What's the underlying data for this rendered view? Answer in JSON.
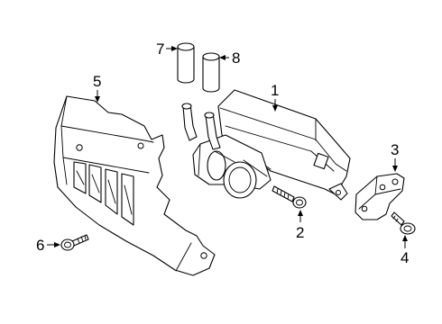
{
  "callouts": [
    {
      "id": "1",
      "label": "1",
      "part": "oil-cooler"
    },
    {
      "id": "2",
      "label": "2",
      "part": "cooler-bolt"
    },
    {
      "id": "3",
      "label": "3",
      "part": "mount-bracket"
    },
    {
      "id": "4",
      "label": "4",
      "part": "bracket-bolt"
    },
    {
      "id": "5",
      "label": "5",
      "part": "heat-shield"
    },
    {
      "id": "6",
      "label": "6",
      "part": "shield-bolt"
    },
    {
      "id": "7",
      "label": "7",
      "part": "hose-left"
    },
    {
      "id": "8",
      "label": "8",
      "part": "hose-right"
    }
  ]
}
